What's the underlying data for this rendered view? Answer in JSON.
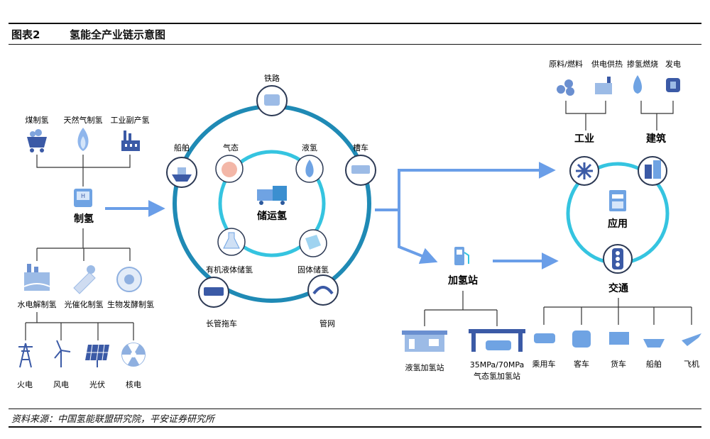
{
  "header": {
    "fig": "图表2",
    "title": "氢能全产业链示意图"
  },
  "source": "资料来源：中国氢能联盟研究院，平安证券研究所",
  "production": {
    "sources": [
      "煤制氢",
      "天然气制氢",
      "工业副产氢"
    ],
    "center": "制氢",
    "green": [
      "水电解制氢",
      "光催化制氢",
      "生物发酵制氢"
    ],
    "power": [
      "火电",
      "风电",
      "光伏",
      "核电"
    ]
  },
  "storage": {
    "center": "储运氢",
    "outer": [
      "铁路",
      "槽车",
      "管网",
      "长管拖车",
      "船舶"
    ],
    "inner": [
      "液氢",
      "固体储氢",
      "有机液体储氢",
      "气态"
    ]
  },
  "station": {
    "center": "加氢站",
    "types": [
      "液氢加氢站",
      "35MPa/70MPa",
      "气态氢加氢站"
    ]
  },
  "application": {
    "center": "应用",
    "top": [
      "原料/燃料",
      "供电供热",
      "掺氢燃烧",
      "发电"
    ],
    "industry": "工业",
    "building": "建筑",
    "transport": "交通",
    "vehicles": [
      "乘用车",
      "客车",
      "货车",
      "船舶",
      "飞机"
    ]
  },
  "colors": {
    "ring": "#1f8ab5",
    "inner": "#35c4e0",
    "arrow": "#6a9ee8",
    "line": "#333333"
  }
}
